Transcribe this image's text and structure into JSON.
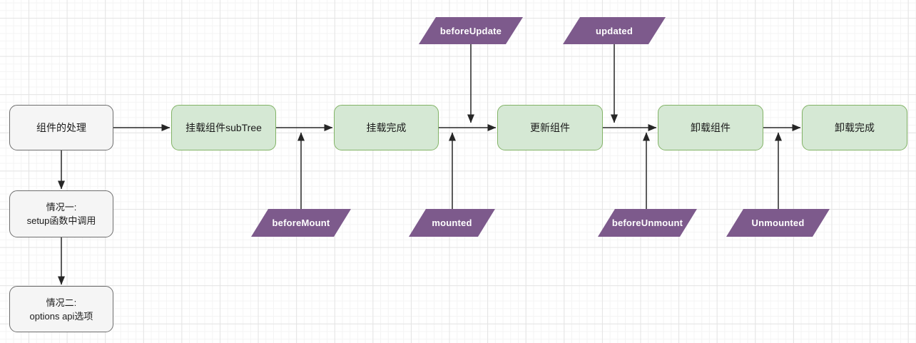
{
  "colors": {
    "canvas_bg": "#ffffff",
    "grid_minor": "#f4f4f4",
    "grid_major": "#e4e4e4",
    "green_fill": "#d5e8d4",
    "green_border": "#82b366",
    "gray_fill": "#f5f5f5",
    "gray_border": "#6e6e6e",
    "hook_fill": "#7d5a8c",
    "hook_text": "#ffffff",
    "node_text": "#1a1a1a",
    "edge_color": "#262626"
  },
  "nodes": {
    "process": {
      "label": "组件的处理"
    },
    "case1": {
      "lines": [
        "情况一:",
        "setup函数中调用"
      ]
    },
    "case2": {
      "lines": [
        "情况二:",
        "options api选项"
      ]
    },
    "mountSubTree": {
      "label": "挂载组件subTree"
    },
    "mountDone": {
      "label": "挂载完成"
    },
    "updateComp": {
      "label": "更新组件"
    },
    "unmountComp": {
      "label": "卸载组件"
    },
    "unmountDone": {
      "label": "卸载完成"
    }
  },
  "hooks": {
    "beforeUpdate": {
      "label": "beforeUpdate",
      "points_at": "edge mountDone→updateComp"
    },
    "updated": {
      "label": "updated",
      "points_at": "edge updateComp→unmountComp"
    },
    "beforeMount": {
      "label": "beforeMount",
      "points_at": "edge mountSubTree→mountDone"
    },
    "mounted": {
      "label": "mounted",
      "points_at": "edge mountDone→updateComp"
    },
    "beforeUnmount": {
      "label": "beforeUnmount",
      "points_at": "edge updateComp→unmountComp"
    },
    "unmounted": {
      "label": "Unmounted",
      "points_at": "edge unmountComp→unmountDone"
    }
  },
  "edges": [
    {
      "from": "process",
      "to": "mountSubTree"
    },
    {
      "from": "process",
      "to": "case1"
    },
    {
      "from": "case1",
      "to": "case2"
    },
    {
      "from": "mountSubTree",
      "to": "mountDone"
    },
    {
      "from": "mountDone",
      "to": "updateComp"
    },
    {
      "from": "updateComp",
      "to": "unmountComp"
    },
    {
      "from": "unmountComp",
      "to": "unmountDone"
    }
  ]
}
